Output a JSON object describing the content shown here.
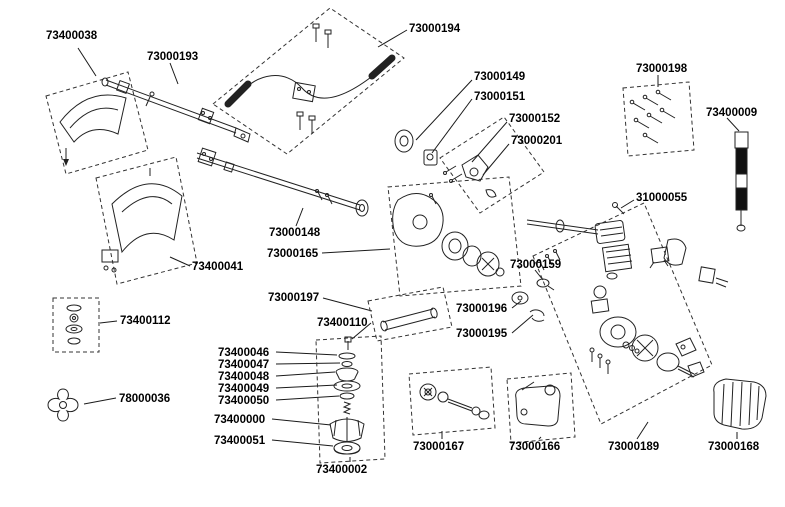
{
  "diagram": {
    "background": "#ffffff",
    "label_color": "#000000",
    "line_color": "#1a1a1a"
  },
  "labels": [
    {
      "part": "73400038"
    },
    {
      "part": "73000193"
    },
    {
      "part": "73000194"
    },
    {
      "part": "73000149"
    },
    {
      "part": "73000151"
    },
    {
      "part": "73000152"
    },
    {
      "part": "73000201"
    },
    {
      "part": "73000198"
    },
    {
      "part": "73400009"
    },
    {
      "part": "31000055"
    },
    {
      "part": "73000148"
    },
    {
      "part": "73000165"
    },
    {
      "part": "73400041"
    },
    {
      "part": "73000159"
    },
    {
      "part": "73400112"
    },
    {
      "part": "73000197"
    },
    {
      "part": "73000196"
    },
    {
      "part": "73000195"
    },
    {
      "part": "73400110"
    },
    {
      "part": "73400046"
    },
    {
      "part": "73400047"
    },
    {
      "part": "73400048"
    },
    {
      "part": "73400049"
    },
    {
      "part": "73400050"
    },
    {
      "part": "73400000"
    },
    {
      "part": "73400051"
    },
    {
      "part": "78000036"
    },
    {
      "part": "73400002"
    },
    {
      "part": "73000167"
    },
    {
      "part": "73000166"
    },
    {
      "part": "73000189"
    },
    {
      "part": "73000168"
    }
  ]
}
